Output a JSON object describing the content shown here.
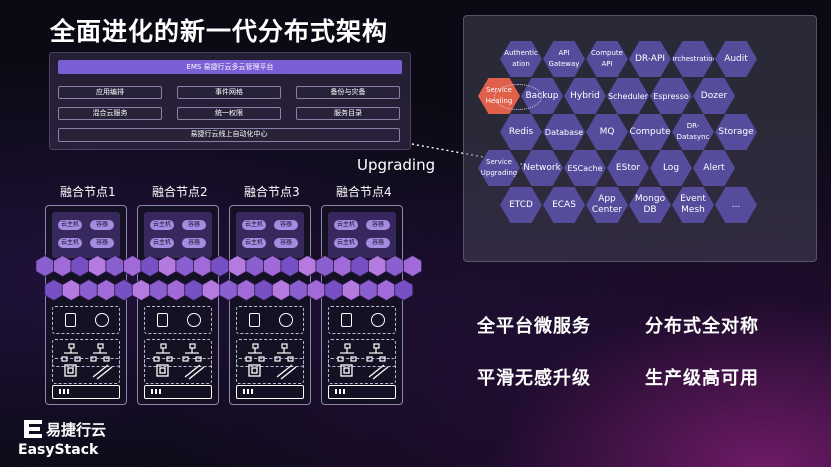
{
  "title": "全面进化的新一代分布式架构",
  "ems": {
    "bar": "EMS 易捷行云多云管理平台",
    "row1": [
      "应用编排",
      "事件网格",
      "备份与灾备"
    ],
    "row2": [
      "混合云服务",
      "统一权限",
      "服务目录"
    ],
    "bottom": "易捷行云线上自动化中心"
  },
  "upgrading": "Upgrading",
  "nodes": [
    {
      "label": "融合节点1",
      "chip_a": "云主机",
      "chip_b": "容器"
    },
    {
      "label": "融合节点2",
      "chip_a": "云主机",
      "chip_b": "容器"
    },
    {
      "label": "融合节点3",
      "chip_a": "云主机",
      "chip_b": "容器"
    },
    {
      "label": "融合节点4",
      "chip_a": "云主机",
      "chip_b": "容器"
    }
  ],
  "services": {
    "row1": [
      "Authentic\nation",
      "API\nGateway",
      "Compute\nAPI",
      "DR-API",
      "Orchestration",
      "Audit"
    ],
    "row2": [
      "Service\nHealing",
      "Backup",
      "Hybrid",
      "Scheduler",
      "Espresso",
      "Dozer"
    ],
    "row3": [
      "Redis",
      "Database",
      "MQ",
      "Compute",
      "DR-\nDatasync",
      "Storage"
    ],
    "row4": [
      "Service\nUpgrading",
      "Network",
      "ESCache",
      "EStor",
      "Log",
      "Alert"
    ],
    "row5": [
      "ETCD",
      "ECAS",
      "App\nCenter",
      "Mongo\nDB",
      "Event\nMesh",
      "..."
    ]
  },
  "features": [
    "全平台微服务",
    "分布式全对称",
    "平滑无感升级",
    "生产级高可用"
  ],
  "logo": {
    "cn": "易捷行云",
    "en": "EasyStack"
  },
  "colors": {
    "hex": "#554c9c",
    "highlight": "#e0604a",
    "ems_bar": "#7b5fd6"
  }
}
